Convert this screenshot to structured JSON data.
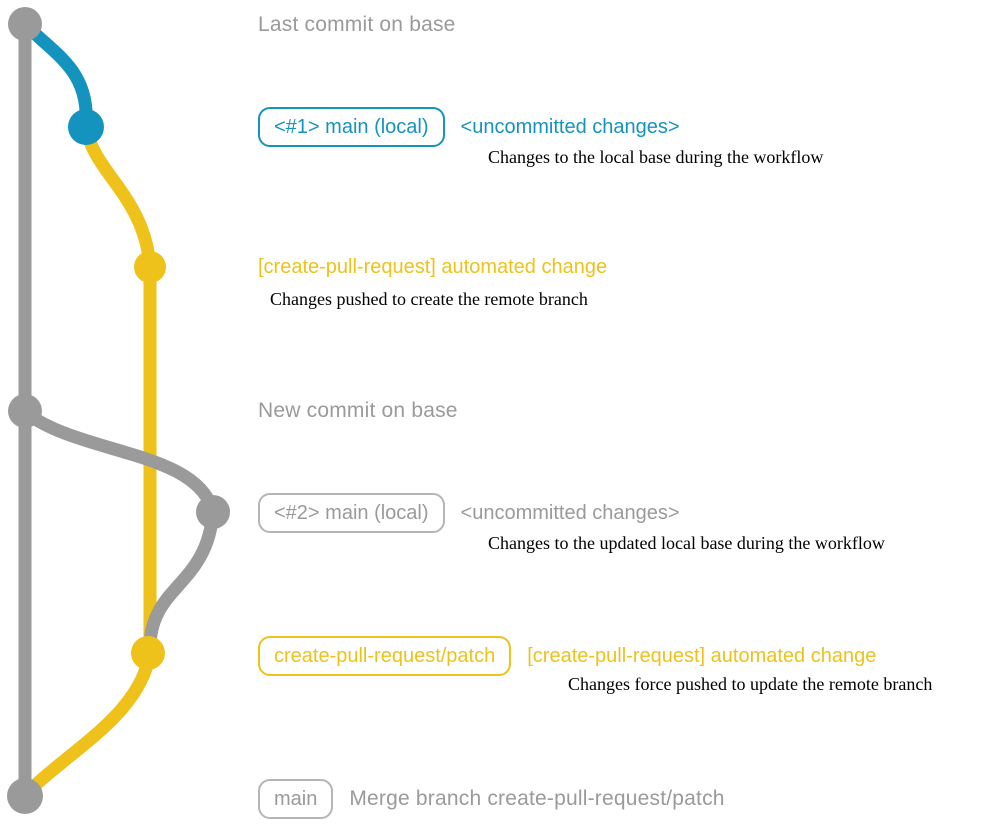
{
  "colors": {
    "teal": "#1493bf",
    "yellow": "#eec21a",
    "gray": "#9a9a9a",
    "gray_border": "#b5b5b5",
    "text": "#000000"
  },
  "graph": {
    "branches": [
      {
        "name": "base",
        "color": "gray"
      },
      {
        "name": "local-main",
        "color": "teal"
      },
      {
        "name": "create-pull-request-patch",
        "color": "yellow"
      }
    ],
    "nodes": [
      {
        "name": "last-commit-on-base",
        "color": "gray"
      },
      {
        "name": "local-main-commit-1",
        "color": "teal"
      },
      {
        "name": "automated-change-commit-1",
        "color": "yellow"
      },
      {
        "name": "new-commit-on-base",
        "color": "gray"
      },
      {
        "name": "local-main-commit-2",
        "color": "gray"
      },
      {
        "name": "automated-change-commit-2",
        "color": "yellow"
      },
      {
        "name": "merge-commit",
        "color": "gray"
      }
    ]
  },
  "annotations": {
    "last_commit": "Last commit on base",
    "new_commit": "New commit on base",
    "step1": {
      "badge": "<#1> main (local)",
      "tag": "<uncommitted changes>",
      "desc": "Changes to the local base during the workflow"
    },
    "step2": {
      "tag": "[create-pull-request] automated change",
      "desc": "Changes pushed to create the remote branch"
    },
    "step3": {
      "badge": "<#2> main (local)",
      "tag": "<uncommitted changes>",
      "desc": "Changes to the updated local base during the workflow"
    },
    "step4": {
      "badge": "create-pull-request/patch",
      "tag": "[create-pull-request] automated change",
      "desc": "Changes force pushed to update the remote branch"
    },
    "merge": {
      "badge": "main",
      "text": "Merge branch create-pull-request/patch"
    }
  }
}
